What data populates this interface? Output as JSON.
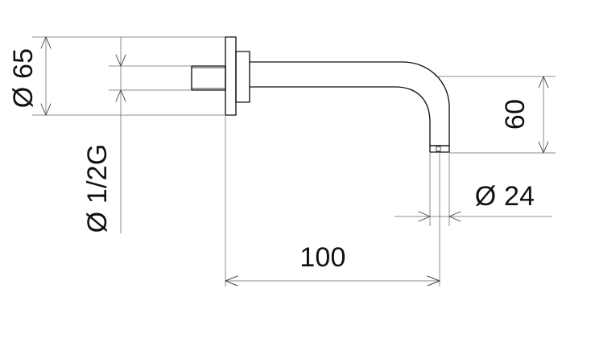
{
  "dimensions": {
    "flange_diameter": "Ø 65",
    "thread_size": "Ø 1/2G",
    "projection": "100",
    "height": "60",
    "outlet_diameter": "Ø 24"
  },
  "colors": {
    "line": "#111111",
    "dimension_line": "#666666",
    "background": "#ffffff"
  }
}
